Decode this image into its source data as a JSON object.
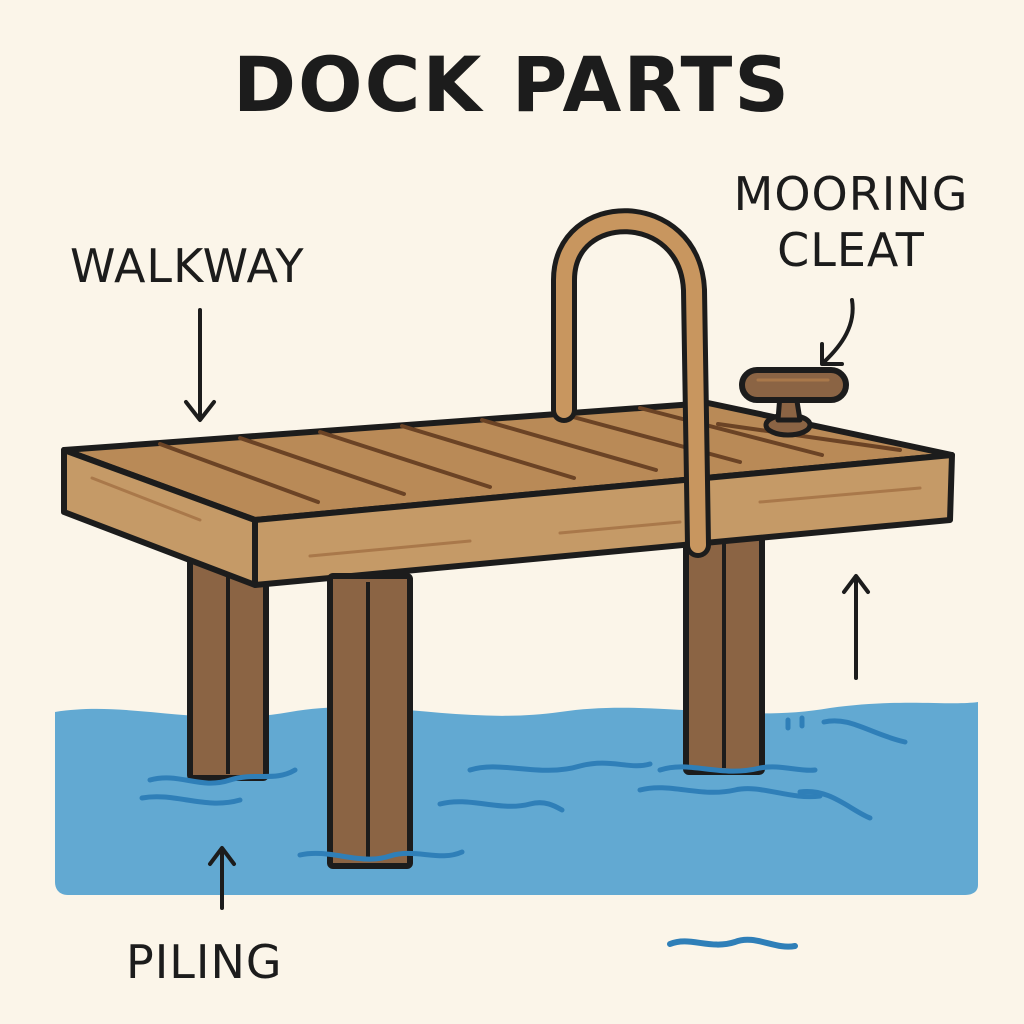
{
  "title": "DOCK PARTS",
  "labels": {
    "walkway": "WALKWAY",
    "mooring_cleat_line1": "MOORING",
    "mooring_cleat_line2": "CLEAT",
    "piling": "PILING"
  },
  "colors": {
    "background": "#fbf5e9",
    "water": "#62a9d2",
    "water_ripple": "#2f7fb8",
    "wood_top": "#b98a57",
    "wood_side": "#c59a67",
    "wood_plank_line": "#6b4325",
    "piling": "#8b6444",
    "outline": "#1c1c1c"
  }
}
